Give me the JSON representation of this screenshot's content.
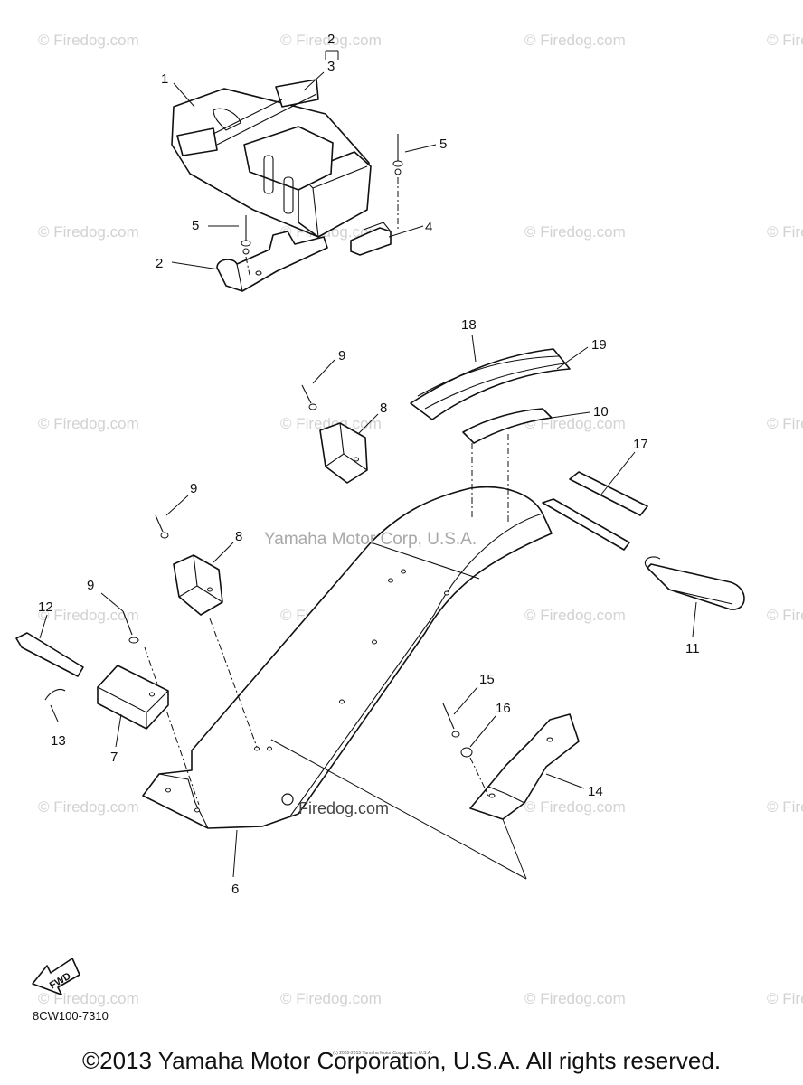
{
  "watermark": "© Firedog.com",
  "center_watermark": "Yamaha Motor Corp, U.S.A.",
  "inline_watermark": "Firedog.com",
  "callouts": {
    "c1": "1",
    "c2": "2",
    "c3": "3",
    "c2b": "2",
    "c4": "4",
    "c5a": "5",
    "c5b": "5",
    "c6": "6",
    "c7": "7",
    "c8a": "8",
    "c8b": "8",
    "c9a": "9",
    "c9b": "9",
    "c9c": "9",
    "c10": "10",
    "c11": "11",
    "c12": "12",
    "c13": "13",
    "c14": "14",
    "c15": "15",
    "c16": "16",
    "c17": "17",
    "c18": "18",
    "c19": "19"
  },
  "fwd_label": "FWD",
  "drawing_code": "8CW100-7310",
  "small_copyright": "(c) 2005-2015 Yamaha Motor Corporation, U.S.A.",
  "footer_copyright": "©2013 Yamaha Motor Corporation, U.S.A. All rights reserved."
}
